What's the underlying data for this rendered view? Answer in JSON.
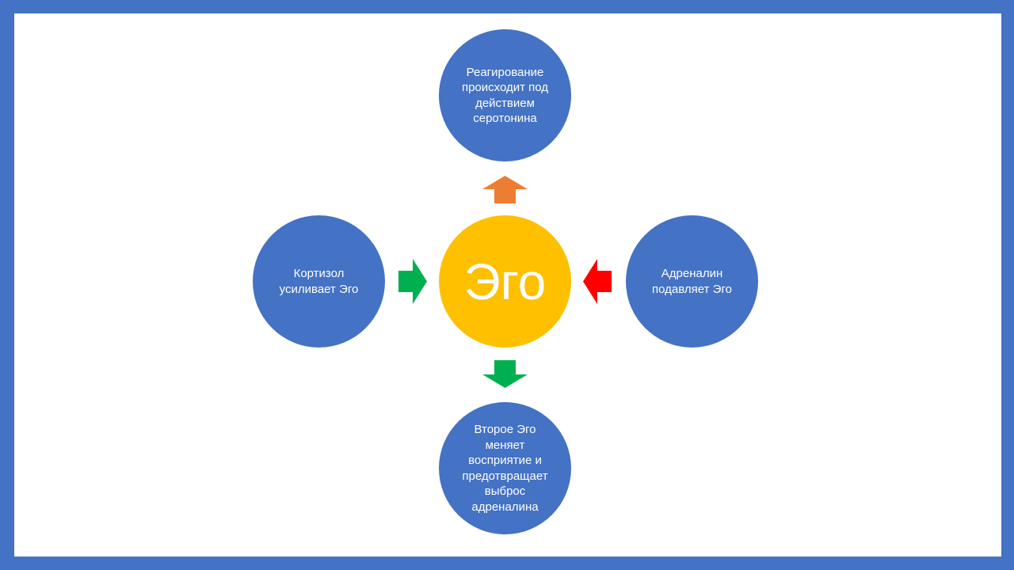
{
  "center": {
    "label": "Эго",
    "color": "#ffc000"
  },
  "nodes": {
    "top": "Реагирование происходит под действием серотонина",
    "left": "Кортизол усиливает Эго",
    "right": "Адреналин подавляет Эго",
    "bottom": "Второе Эго меняет восприятие и предотвращает выброс адреналина"
  },
  "colors": {
    "frame": "#4472c4",
    "node": "#4472c4",
    "arrow_top": "#ed7d31",
    "arrow_left": "#00b050",
    "arrow_right": "#ff0000",
    "arrow_bottom": "#00b050"
  }
}
